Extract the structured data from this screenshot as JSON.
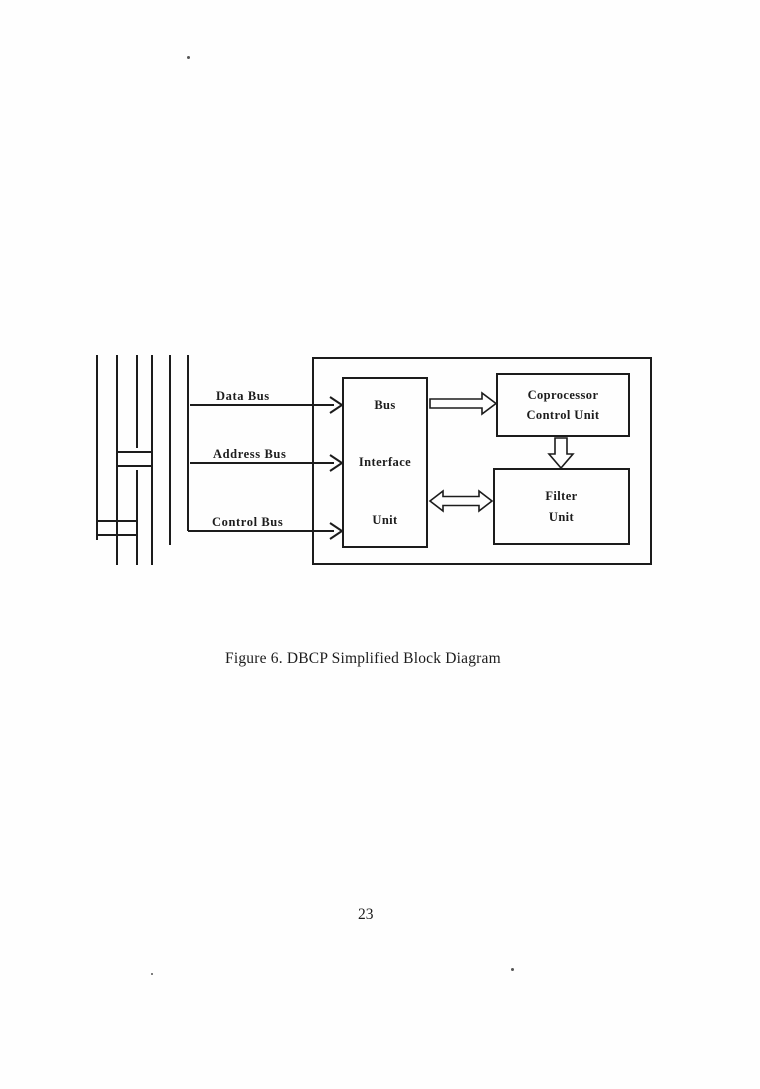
{
  "colors": {
    "ink": "#1c1c1c",
    "paper": "#fefefe"
  },
  "figure": {
    "caption": "Figure 6. DBCP Simplified Block Diagram",
    "page_number": "23",
    "buses": [
      {
        "label": "Data Bus"
      },
      {
        "label": "Address Bus"
      },
      {
        "label": "Control Bus"
      }
    ],
    "boxes": {
      "bus_interface": {
        "lines": [
          "Bus",
          "Interface",
          "Unit"
        ]
      },
      "coprocessor_control": {
        "lines": [
          "Coprocessor",
          "Control Unit"
        ]
      },
      "filter": {
        "lines": [
          "Filter",
          "Unit"
        ]
      }
    }
  }
}
